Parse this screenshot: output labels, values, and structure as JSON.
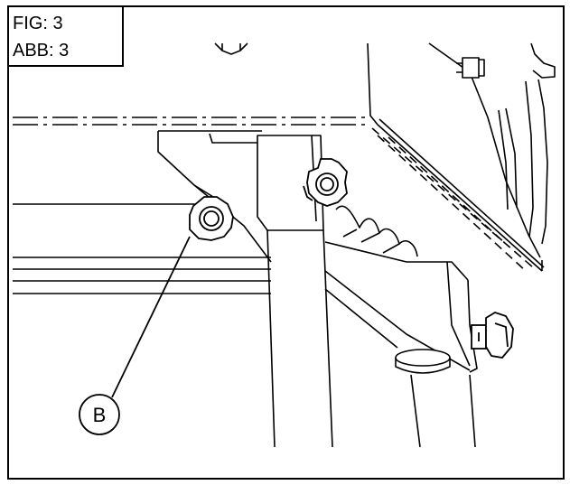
{
  "figure": {
    "fig_label": "FIG: 3",
    "abb_label": "ABB: 3",
    "callout_b": "B"
  }
}
